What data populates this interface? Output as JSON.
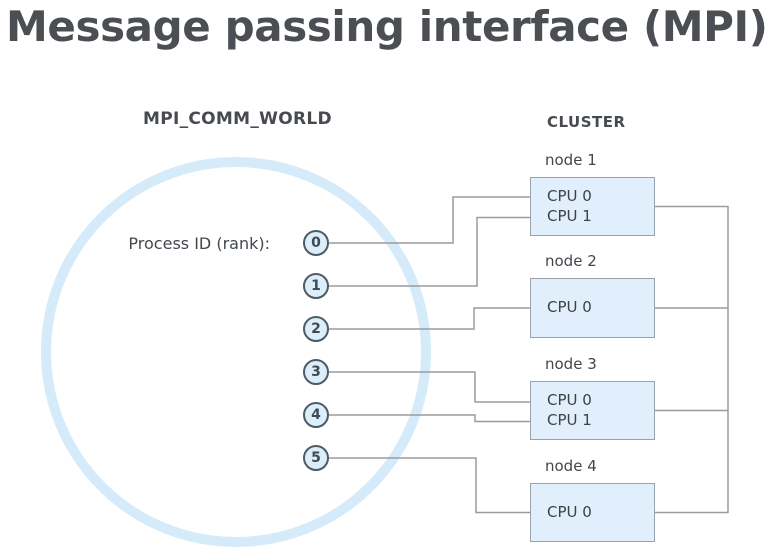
{
  "title": "Message passing interface (MPI)",
  "communicator": {
    "heading": "MPI_COMM_WORLD",
    "process_id_label": "Process ID (rank):",
    "ranks": [
      "0",
      "1",
      "2",
      "3",
      "4",
      "5"
    ]
  },
  "cluster": {
    "heading": "CLUSTER",
    "nodes": [
      {
        "label": "node 1",
        "cpus": [
          "CPU 0",
          "CPU 1"
        ]
      },
      {
        "label": "node 2",
        "cpus": [
          "CPU 0"
        ]
      },
      {
        "label": "node 3",
        "cpus": [
          "CPU 0",
          "CPU 1"
        ]
      },
      {
        "label": "node 4",
        "cpus": [
          "CPU 0"
        ]
      }
    ]
  },
  "connections": [
    {
      "rank": "0",
      "node": "node 1",
      "cpu": "CPU 0"
    },
    {
      "rank": "1",
      "node": "node 1",
      "cpu": "CPU 1"
    },
    {
      "rank": "2",
      "node": "node 2",
      "cpu": "CPU 0"
    },
    {
      "rank": "3",
      "node": "node 3",
      "cpu": "CPU 0"
    },
    {
      "rank": "4",
      "node": "node 3",
      "cpu": "CPU 1"
    },
    {
      "rank": "5",
      "node": "node 4",
      "cpu": "CPU 0"
    }
  ],
  "colors": {
    "accent_light_blue": "#d5ebf9",
    "box_fill": "#e0effb",
    "box_border": "#98a2aa",
    "connector_gray": "#9b9b9b",
    "rank_circle_border": "#4e5a64",
    "title_text": "#4b4e52"
  }
}
